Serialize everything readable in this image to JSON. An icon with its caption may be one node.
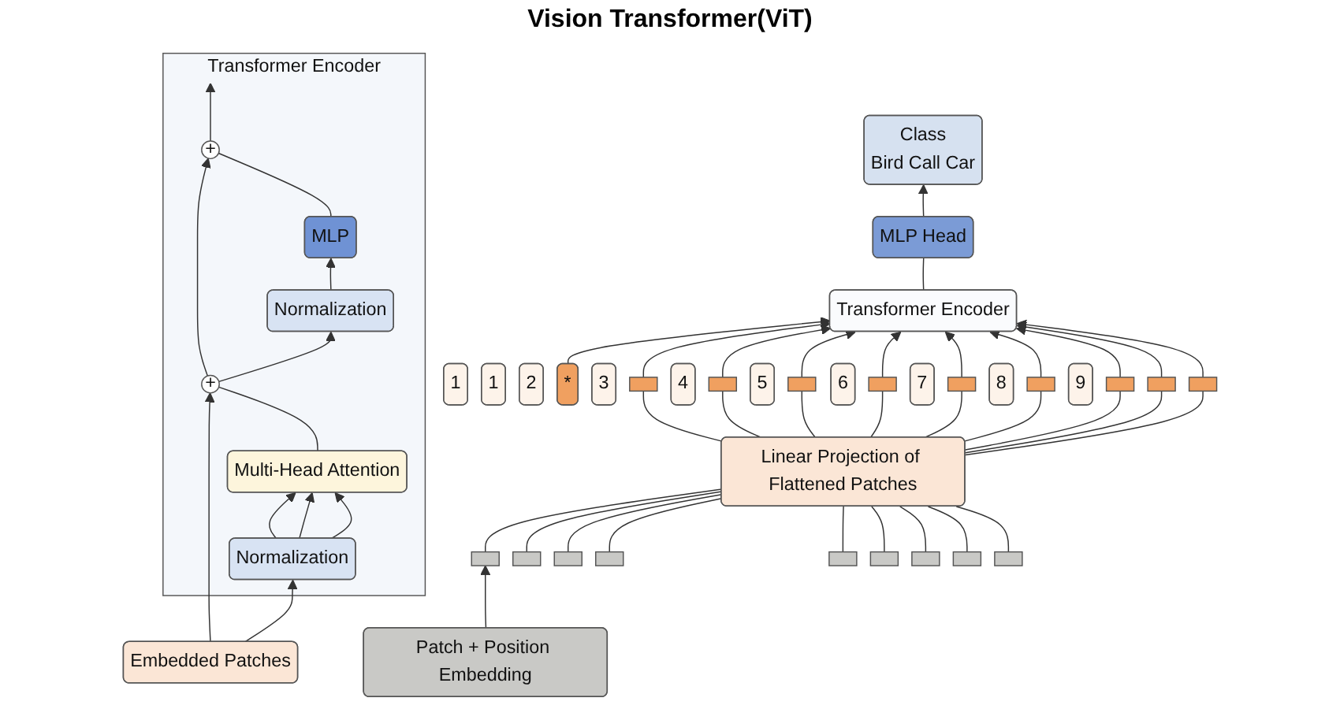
{
  "diagram": {
    "title": "Vision Transformer(ViT)",
    "nodes": [
      {
        "text": [
          "Class",
          "Bird Call Car"
        ]
      },
      {
        "text": [
          "MLP Head"
        ]
      },
      {
        "text": [
          "Transformer Encoder"
        ]
      },
      {
        "text": [
          "1"
        ]
      },
      {
        "text": [
          "*"
        ]
      },
      {
        "text": [
          "1"
        ]
      },
      {
        "text": [],
        "shape": "box"
      },
      {
        "text": [
          "2"
        ]
      },
      {
        "text": [],
        "shape": "box"
      },
      {
        "text": [
          "3"
        ]
      },
      {
        "text": [],
        "shape": "box"
      },
      {
        "text": [
          "4"
        ]
      },
      {
        "text": [],
        "shape": "box"
      },
      {
        "text": [
          "5"
        ]
      },
      {
        "text": [],
        "shape": "box"
      },
      {
        "text": [
          "6"
        ]
      },
      {
        "text": [],
        "shape": "box"
      },
      {
        "text": [
          "7"
        ]
      },
      {
        "text": [],
        "shape": "box"
      },
      {
        "text": [
          "8"
        ]
      },
      {
        "text": [],
        "shape": "box"
      },
      {
        "text": [
          "9"
        ]
      },
      {
        "text": [],
        "shape": "box"
      },
      {
        "text": [
          "Linear Projection of Flattened Patches"
        ]
      },
      {
        "text": [
          "Patch + Position Embedding"
        ]
      },
      {
        "text": [],
        "shape": "box"
      },
      {
        "text": [],
        "shape": "box"
      },
      {
        "text": [],
        "shape": "box"
      },
      {
        "text": [],
        "shape": "box"
      },
      {
        "text": [],
        "shape": "box"
      },
      {
        "text": [],
        "shape": "box"
      },
      {
        "text": [],
        "shape": "box"
      },
      {
        "text": [],
        "shape": "box"
      },
      {
        "text": [],
        "shape": "box"
      },
      {
        "text": [
          "Transformer Encoder"
        ]
      },
      {
        "text": [
          "+"
        ],
        "in": 34
      },
      {
        "text": [
          "MLP"
        ],
        "in": 34
      },
      {
        "text": [
          "Normalization"
        ],
        "in": 34
      },
      {
        "text": [
          "+"
        ],
        "in": 34
      },
      {
        "text": [
          "Multi-Head Attention"
        ],
        "in": 34
      },
      {
        "text": [
          "Normalization"
        ],
        "in": 34
      },
      {
        "text": [
          "Embedded Patches"
        ]
      }
    ],
    "edges": [
      {
        "from": 1,
        "to": 0,
        "arrow": "to"
      },
      {
        "from": 2,
        "to": 1,
        "arrow": "none"
      },
      {
        "from": 4,
        "to": 2,
        "arrow": "to"
      },
      {
        "from": 6,
        "to": 2,
        "arrow": "to"
      },
      {
        "from": 8,
        "to": 2,
        "arrow": "to"
      },
      {
        "from": 10,
        "to": 2,
        "arrow": "to"
      },
      {
        "from": 12,
        "to": 2,
        "arrow": "to"
      },
      {
        "from": 14,
        "to": 2,
        "arrow": "to"
      },
      {
        "from": 16,
        "to": 2,
        "arrow": "to"
      },
      {
        "from": 18,
        "to": 2,
        "arrow": "to"
      },
      {
        "from": 20,
        "to": 2,
        "arrow": "to"
      },
      {
        "from": 22,
        "to": 2,
        "arrow": "to"
      },
      {
        "from": 23,
        "to": 6,
        "arrow": "none"
      },
      {
        "from": 23,
        "to": 8,
        "arrow": "none"
      },
      {
        "from": 23,
        "to": 10,
        "arrow": "none"
      },
      {
        "from": 23,
        "to": 12,
        "arrow": "none"
      },
      {
        "from": 23,
        "to": 14,
        "arrow": "none"
      },
      {
        "from": 23,
        "to": 16,
        "arrow": "none"
      },
      {
        "from": 23,
        "to": 18,
        "arrow": "none"
      },
      {
        "from": 23,
        "to": 20,
        "arrow": "none"
      },
      {
        "from": 23,
        "to": 22,
        "arrow": "none"
      },
      {
        "from": 25,
        "to": 23,
        "arrow": "none"
      },
      {
        "from": 26,
        "to": 23,
        "arrow": "none"
      },
      {
        "from": 27,
        "to": 23,
        "arrow": "none"
      },
      {
        "from": 28,
        "to": 23,
        "arrow": "none"
      },
      {
        "from": 29,
        "to": 23,
        "arrow": "none"
      },
      {
        "from": 30,
        "to": 23,
        "arrow": "none"
      },
      {
        "from": 31,
        "to": 23,
        "arrow": "none"
      },
      {
        "from": 32,
        "to": 23,
        "arrow": "none"
      },
      {
        "from": 33,
        "to": 23,
        "arrow": "none"
      },
      {
        "from": 24,
        "to": 25,
        "arrow": "to"
      },
      {
        "from": 41,
        "to": 40,
        "arrow": "to"
      },
      {
        "from": 41,
        "to": 38,
        "arrow": "to"
      },
      {
        "from": 40,
        "to": 39,
        "arrow": "to"
      },
      {
        "from": 40,
        "to": 39,
        "arrow": "to"
      },
      {
        "from": 40,
        "to": 39,
        "arrow": "to"
      },
      {
        "from": 39,
        "to": 38,
        "arrow": "none"
      },
      {
        "from": 38,
        "to": 37,
        "arrow": "to"
      },
      {
        "from": 38,
        "to": 35,
        "arrow": "to"
      },
      {
        "from": 37,
        "to": 36,
        "arrow": "to"
      },
      {
        "from": 36,
        "to": 35,
        "arrow": "none"
      },
      {
        "from": 35,
        "to": null,
        "arrow": "to"
      }
    ]
  }
}
